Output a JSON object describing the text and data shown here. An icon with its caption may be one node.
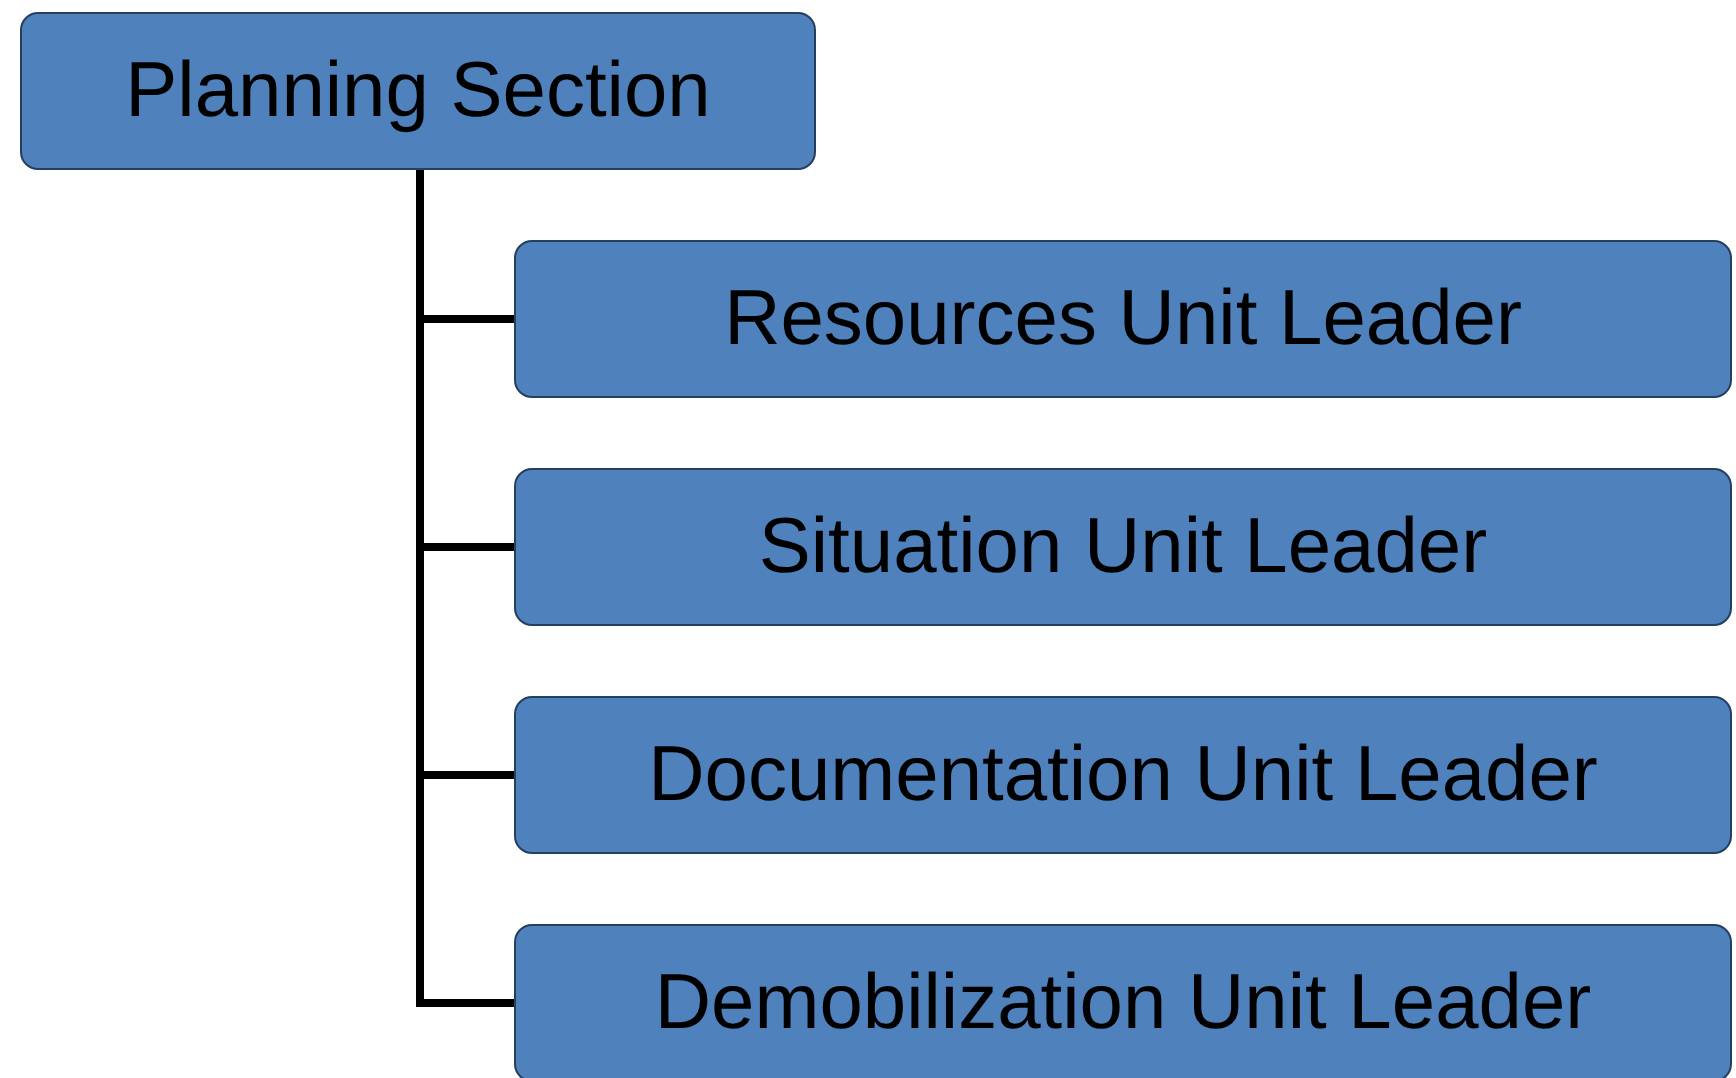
{
  "diagram": {
    "nodes": [
      {
        "text": [
          "Planning Section"
        ]
      },
      {
        "text": [
          "Resources Unit Leader"
        ]
      },
      {
        "text": [
          "Situation Unit Leader"
        ]
      },
      {
        "text": [
          "Documentation Unit Leader"
        ]
      },
      {
        "text": [
          "Demobilization Unit Leader"
        ]
      }
    ],
    "edges": [
      {
        "from": 0,
        "to": 1,
        "arrow": "none"
      },
      {
        "from": 0,
        "to": 2,
        "arrow": "none"
      },
      {
        "from": 0,
        "to": 3,
        "arrow": "none"
      },
      {
        "from": 0,
        "to": 4,
        "arrow": "none"
      }
    ]
  }
}
